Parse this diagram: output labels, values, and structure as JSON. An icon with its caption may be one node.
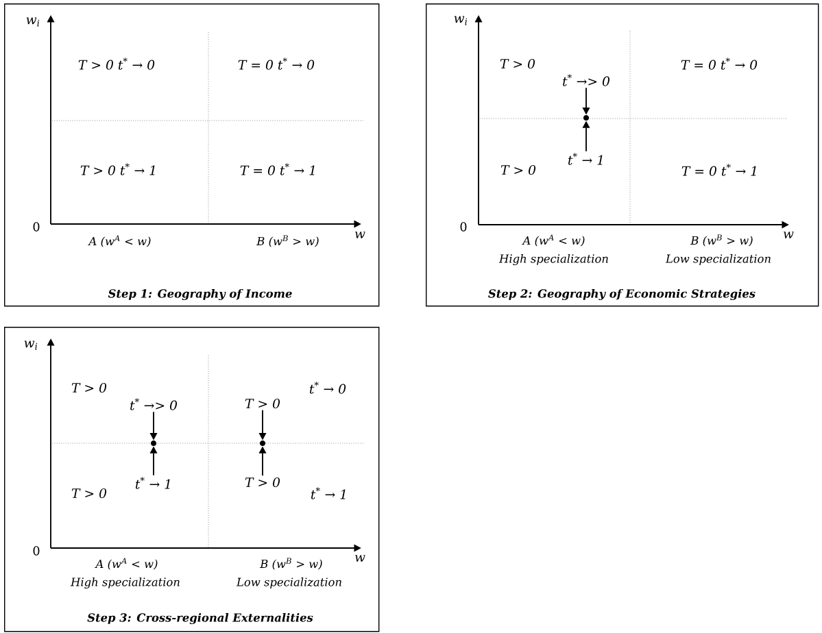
{
  "diagram": {
    "nodes": [
      {
        "text": [
          "Step 1: Geography of Income"
        ]
      },
      {
        "text": [
          "Step 2: Geography of Economic Strategies"
        ]
      },
      {
        "text": [
          "Step 3: Cross-regional Externalities"
        ]
      },
      {
        "text": [
          "t$^{*}$ →> 0"
        ],
        "in": 1
      },
      {
        "text": [],
        "shape": "circle",
        "in": 1
      },
      {
        "text": [
          "t$^{*}$ → 1"
        ],
        "in": 1
      },
      {
        "text": [
          "t$^{*}$ →> 0"
        ],
        "in": 2
      },
      {
        "text": [],
        "shape": "circle",
        "in": 2
      },
      {
        "text": [
          "t$^{*}$ → 1"
        ],
        "in": 2
      },
      {
        "text": [
          "T > 0"
        ],
        "in": 2
      },
      {
        "text": [],
        "shape": "circle",
        "in": 2
      },
      {
        "text": [
          "T > 0"
        ],
        "in": 2
      }
    ],
    "edges": [
      {
        "from": 3,
        "to": 4,
        "arrow": "to"
      },
      {
        "from": 5,
        "to": 4,
        "arrow": "to"
      },
      {
        "from": 6,
        "to": 7,
        "arrow": "to"
      },
      {
        "from": 8,
        "to": 7,
        "arrow": "to"
      },
      {
        "from": 9,
        "to": 10,
        "arrow": "to"
      },
      {
        "from": 11,
        "to": 10,
        "arrow": "to"
      }
    ],
    "labels": [
      "w$_{i}$",
      "T > 0 t$^{*}$ → 0",
      "T = 0 t$^{*}$ → 0",
      "T > 0 t$^{*}$ → 1",
      "T = 0 t$^{*}$ → 1",
      "0",
      "w",
      "A (w$^{A}$ < w)",
      "B (w$^{B}$ > w)",
      "w$_{i}$",
      "T > 0",
      "T = 0 t$^{*}$ → 0",
      "T > 0",
      "T = 0 t$^{*}$ → 1",
      "0",
      "w",
      "A (w$^{A}$ < w)",
      "High specialization",
      "B (w$^{B}$ > w)",
      "Low specialization",
      "w$_{i}$",
      "T > 0",
      "t$^{*}$ → 0",
      "T > 0",
      "t$^{*}$ → 1",
      "0",
      "w",
      "A (w$^{A}$ < w)",
      "High specialization",
      "B (w$^{B}$ > w)",
      "Low specialization"
    ]
  }
}
